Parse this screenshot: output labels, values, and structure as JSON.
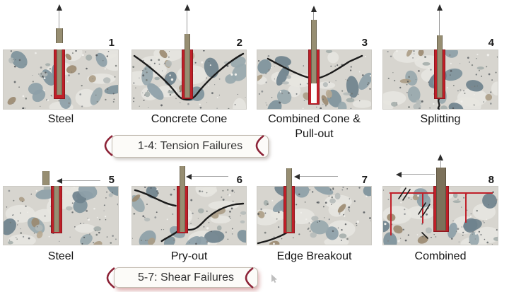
{
  "figure": {
    "rows": [
      {
        "caption": "1-4: Tension Failures",
        "panels": [
          {
            "number": "1",
            "label": "Steel"
          },
          {
            "number": "2",
            "label": "Concrete Cone"
          },
          {
            "number": "3",
            "label": "Combined Cone & Pull-out"
          },
          {
            "number": "4",
            "label": "Splitting"
          }
        ]
      },
      {
        "caption": "5-7: Shear Failures",
        "panels": [
          {
            "number": "5",
            "label": "Steel"
          },
          {
            "number": "6",
            "label": "Pry-out"
          },
          {
            "number": "7",
            "label": "Edge Breakout"
          },
          {
            "number": "8",
            "label": "Combined"
          }
        ]
      }
    ]
  },
  "icons": {
    "tension_arrow": "up-arrow",
    "shear_arrow": "left-arrow",
    "caption_brace": "red-parenthesis",
    "cursor": "pointer-cursor"
  },
  "colors": {
    "anchor_red": "#c0202a",
    "bolt_olive": "#8f8669",
    "crack_black": "#1a1a1a",
    "caption_accent": "#8c2236"
  }
}
